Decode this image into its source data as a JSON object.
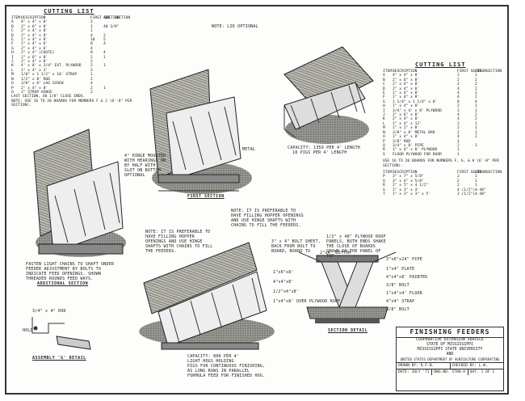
{
  "cutting_list_top": {
    "title": "CUTTING LIST",
    "headers": [
      "ITEM",
      "DESCRIPTION",
      "FIRST SECTION",
      "ADD. SECTION"
    ],
    "rows": [
      [
        "A",
        "4\" x 4\" x 8'",
        "2",
        ""
      ],
      [
        "B",
        "2\" x 6\" x 8'",
        "2",
        "40 3/8\""
      ],
      [
        "C",
        "2\" x 4\" x 8'",
        "1",
        ""
      ],
      [
        "D",
        "2\" x 4\" x 8'",
        "4",
        "2"
      ],
      [
        "E",
        "1\" x 4\" x 8'",
        "10",
        "5"
      ],
      [
        "F",
        "1\" x 4\" x 6'",
        "8",
        "4"
      ],
      [
        "G",
        "2\" x 4\" x 6'",
        "4",
        ""
      ],
      [
        "H",
        "2\" x 4\" (CHUTE)",
        "8",
        "4"
      ],
      [
        "I",
        "1\" x 6\" x 8'",
        "2",
        "1"
      ],
      [
        "J",
        "2\" x 4\" x 8'",
        "2",
        ""
      ],
      [
        "K",
        "4' x 8' x 3/4\" EXT. PLYWOOD",
        "2",
        "1"
      ],
      [
        "L",
        "1\" x 4\" x 3'",
        "2",
        ""
      ],
      [
        "M",
        "1/8\" x 1 1/2\" x 10' STRAP",
        "1",
        ""
      ],
      [
        "N",
        "1/2\" x 8' ROD",
        "2",
        ""
      ],
      [
        "O",
        "3/8\" x 6\" LAG SCREW",
        "4",
        ""
      ],
      [
        "P",
        "2\" x 4\" x 8'",
        "2",
        "1"
      ],
      [
        "Q",
        "2\" STRAP HINGE",
        "2",
        ""
      ]
    ],
    "footer": "LAST SECTION, 48 1/8\" CLOSE ENDS.",
    "note": "NOTE: USE 16 TO 20 BOARDS FOR MEMBERS F & J (6'-8\" PER SECTION)."
  },
  "cutting_list_right": {
    "title": "CUTTING LIST",
    "headers": [
      "ITEM",
      "DESCRIPTION",
      "FIRST SECTION",
      "ADD. SECTION"
    ],
    "rows": [
      [
        "A",
        "4\" x 4\" x 8'",
        "2",
        "2"
      ],
      [
        "B",
        "2\" x 6\" x 8'",
        "2",
        "2"
      ],
      [
        "C",
        "2\" x 4\" x 8'",
        "2",
        "2"
      ],
      [
        "D",
        "2\" x 4\" x 6'",
        "4",
        "2"
      ],
      [
        "E",
        "1\" x 4\" x 8'",
        "4",
        "2"
      ],
      [
        "F",
        "1\" x 6\" x 8'",
        "4",
        "2"
      ],
      [
        "G",
        "1 1/4\" x 1 1/4\" x 8'",
        "8",
        "4"
      ],
      [
        "H",
        "1\" x 4\" x 8'",
        "2",
        "1"
      ],
      [
        "I",
        "3/4\" x 4' x 8' PLYWOOD",
        "2",
        "1"
      ],
      [
        "J",
        "1\" x 6\" x 8'",
        "4",
        "2"
      ],
      [
        "K",
        "2\" x 4\" x 8'",
        "4",
        "2"
      ],
      [
        "L",
        "1\" x 4\" x 12'",
        "2",
        "1"
      ],
      [
        "M",
        "1\" x 2\" x 8'",
        "2",
        "1"
      ],
      [
        "N",
        "3/8\" x 8' METAL BAR",
        "2",
        "1"
      ],
      [
        "O",
        "1\" x 4\" x 8'",
        "4",
        "2"
      ],
      [
        "P",
        "3/8\" ROD",
        "1",
        ""
      ],
      [
        "Q",
        "3/4\" x 8' PIPE",
        "2",
        "1"
      ],
      [
        "R",
        "1\" x 4\" x 8' PLYWOOD",
        "1",
        ""
      ],
      [
        "S",
        "FLOOR PLYWOOD FOR DOOR",
        "1",
        ""
      ]
    ],
    "note": "USE 16 TO 20 BOARDS FOR NUMBERS F, G, & H (6'-8\" PER SECTION)."
  },
  "rod_table": {
    "headers": [
      "ITEM",
      "DESCRIPTION",
      "FIRST SECTION",
      "ADD. SECTION"
    ],
    "rows": [
      [
        "P",
        "3\" x 7\" x 5/8\"",
        "2",
        "1"
      ],
      [
        "Q",
        "3\" x 4\" x 5/8\"",
        "2",
        "1"
      ],
      [
        "R",
        "2\" x 5\" x 4 1/2\"",
        "2",
        "1"
      ],
      [
        "S",
        "1\" x 3\" x 4'",
        "4 (1/2\")",
        "4-48\""
      ],
      [
        "T",
        "1\" x 3\" x 3\" x 5'",
        "2 (1/2\")",
        "4-48\""
      ]
    ]
  },
  "labels": {
    "note_lid": "NOTE: LID OPTIONAL",
    "capacity_top": "CAPACITY: 1350 PER 4' LENGTH",
    "capacity_top2": "18 PIGS PER 4' LENGTH",
    "first_section": "FIRST SECTION",
    "additional_section": "ADDITIONAL SECTION",
    "section_detail": "SECTION DETAIL",
    "assembly_detail": "ASSEMBLY 'G' DETAIL",
    "capacity_bottom": "CAPACITY: 800 PER 4'",
    "capacity_bottom2": "LIGHT HOGS HOLDING",
    "capacity_bottom3": "PIGS FOR CONTINUOUS FINISHING,",
    "capacity_bottom4": "AS LONG ROWS IN PARALLEL",
    "capacity_bottom5": "FORMULA FEED FOR FINISHED HOG.",
    "note_adjust": "FASTEN LIGHT CHAINS TO SHAFT UNDER FEEDER ADJUSTMENT BY BOLTS TO INDICATE FEED OPENINGS. SHOWN THREADED ROUNDS FEED WAYS.",
    "note_mid": "NOTE: IT IS PREFERABLE TO HAVE FILLING HOPPER OPENINGS AND USE HINGE SHAFTS WITH CHAINS TO FILL THE FEEDERS.",
    "note_mid2": "NOTE: IT IS PREFERABLE TO HAVE FILLING HOPPER OPENINGS AND USE HINGE SHAFTS WITH CHAINS TO FILL THE FEEDERS.",
    "hinge_note": "4\" HINGE MOUNTED WITH HEARINGS ON BY HALF WITH SLOT ON BOTTOM OPTIONAL",
    "metal": "METAL",
    "plywood_roof": "1/2\" x 48\" PLYWOOD ROOF PANELS, BOTH ENDS SHAKE THE CLOSE OF BOARDS SHOWN IN THE PANEL OF TOP",
    "bolt_sheet": "3\" x 4\" BOLT SHEET, BACK FROM BOLT TO BOARD, BOARD TO",
    "label_34_rod": "3/4\" x 4\" ROD",
    "label_hold": "HOLD"
  },
  "section_parts": [
    "2\"x4\" BOTTOM",
    "3\"x6\"x24\" PIPE",
    "1\"x4\" PLATE",
    "4\"x4\"x8' PAINTED",
    "3/8\" BOLT",
    "1\"x4\"x4' FLOOR",
    "4\"x4\" STRAP",
    "3/8\" BOLT",
    "1\"x6\"x8'",
    "4\"x4\"x8'",
    "1/2\"x4\"x8'",
    "1\"x4\"x8' OVER PLYWOOD ROOF"
  ],
  "title_block": {
    "title": "FINISHING FEEDERS",
    "line1": "COOPERATIVE EXTENSION SERVICE",
    "line2": "STATE OF MISSISSIPPI",
    "line3": "MISSISSIPPI STATE UNIVERSITY",
    "line4": "AND",
    "line5": "UNITED STATES DEPARTMENT OF AGRICULTURE COOPERATING",
    "drawn_by": "DRAWN BY: R.F.N.",
    "checked_by": "CHECKED BY: L.W.",
    "date": "DATE: JULY '71",
    "dwg_no": "DWG.NO. 5786-A",
    "sheet": "SHT. 1 OF 1"
  }
}
